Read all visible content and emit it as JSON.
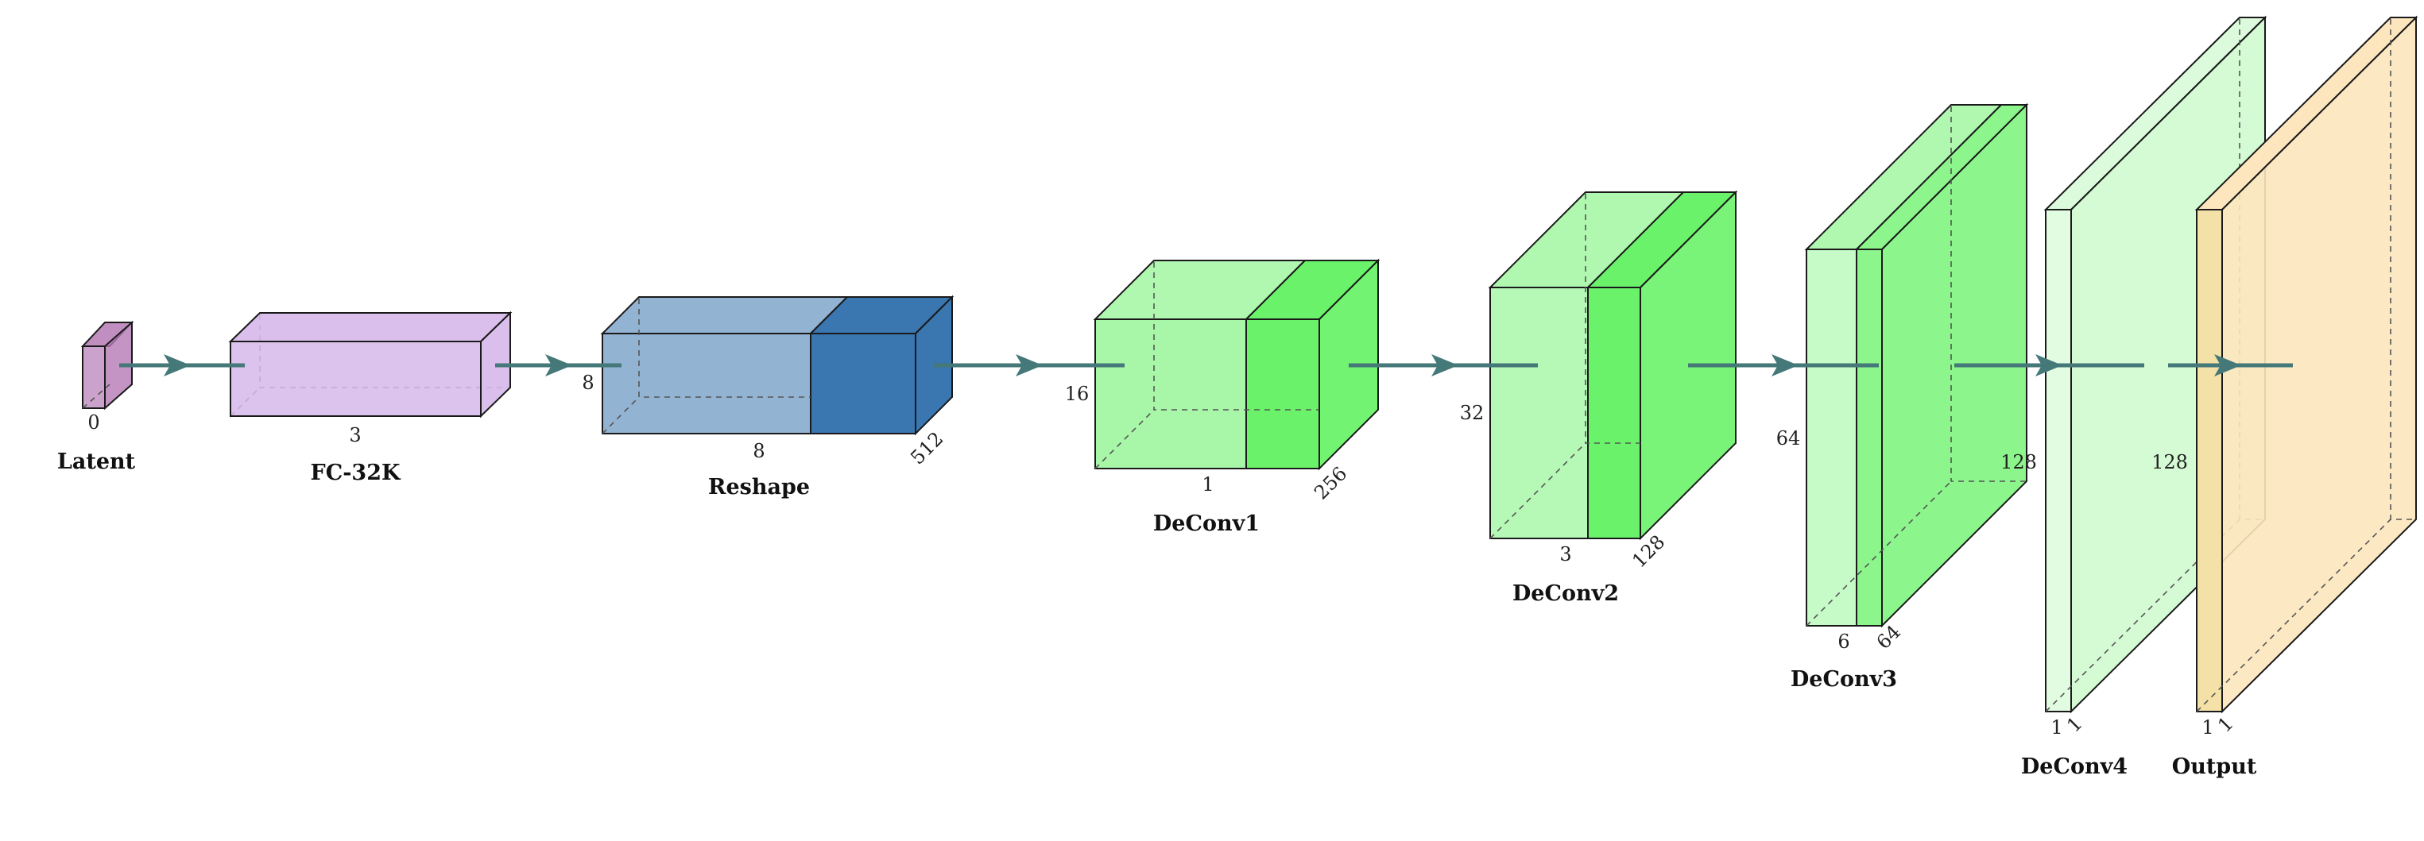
{
  "colors": {
    "latent": "#b57ab5",
    "fc": "#d6b8ea",
    "reshape_light": "#93b3d2",
    "reshape_dark": "#3a76b0",
    "deconv_light": "#b0f7b0",
    "deconv_mid": "#98f698",
    "deconv_dark": "#6af36a",
    "deconv4": "#d8fbd8",
    "output": "#fde6be",
    "output_side": "#f3e1a8",
    "arrow": "#457878"
  },
  "layers": [
    {
      "id": "latent",
      "caption": "Latent",
      "dims": [
        "0"
      ]
    },
    {
      "id": "fc",
      "caption": "FC-32K",
      "dims": [
        "3"
      ]
    },
    {
      "id": "reshape",
      "caption": "Reshape",
      "dims": [
        "8",
        "8",
        "512"
      ]
    },
    {
      "id": "deconv1",
      "caption": "DeConv1",
      "dims": [
        "16",
        "1",
        "256"
      ]
    },
    {
      "id": "deconv2",
      "caption": "DeConv2",
      "dims": [
        "32",
        "3",
        "128"
      ]
    },
    {
      "id": "deconv3",
      "caption": "DeConv3",
      "dims": [
        "64",
        "6",
        "64"
      ]
    },
    {
      "id": "deconv4",
      "caption": "DeConv4",
      "dims": [
        "128",
        "1",
        "1"
      ]
    },
    {
      "id": "output",
      "caption": "Output",
      "dims": [
        "128",
        "1",
        "1"
      ]
    }
  ]
}
